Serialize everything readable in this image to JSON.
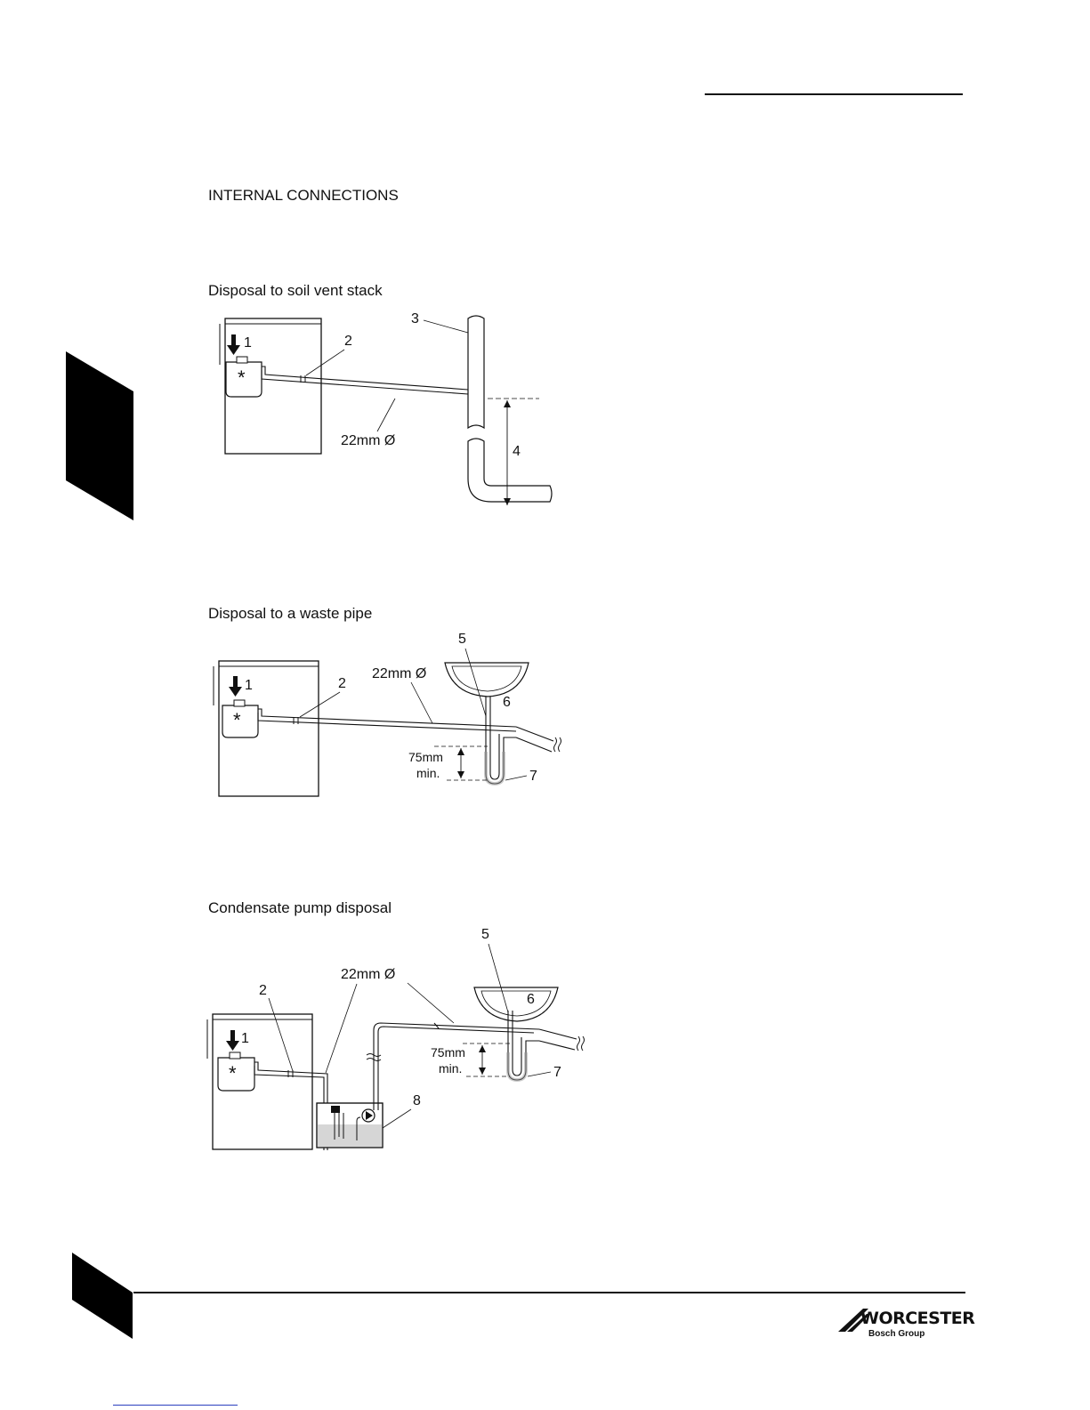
{
  "sections": {
    "main_heading": "INTERNAL CONNECTIONS",
    "soil_stack": {
      "title": "Disposal to soil vent stack",
      "labels": {
        "l1": "1",
        "l2": "2",
        "l3": "3",
        "l4": "4",
        "star": "*",
        "pipe": "22mm Ø"
      }
    },
    "waste_pipe": {
      "title": "Disposal to a waste pipe",
      "labels": {
        "l1": "1",
        "l2": "2",
        "l5": "5",
        "l6": "6",
        "l7": "7",
        "star": "*",
        "pipe": "22mm Ø",
        "dim_value": "75mm",
        "dim_unit": "min."
      }
    },
    "pump": {
      "title": "Condensate pump disposal",
      "labels": {
        "l1": "1",
        "l2": "2",
        "l5": "5",
        "l6": "6",
        "l7": "7",
        "l8": "8",
        "star": "*",
        "pipe": "22mm Ø",
        "dim_value": "75mm",
        "dim_unit": "min."
      }
    }
  },
  "brand": {
    "name": "WORCESTER",
    "tagline": "Bosch Group"
  },
  "colors": {
    "ink": "#111111",
    "water": "#d6d6d6",
    "link": "#2b3fbf"
  }
}
